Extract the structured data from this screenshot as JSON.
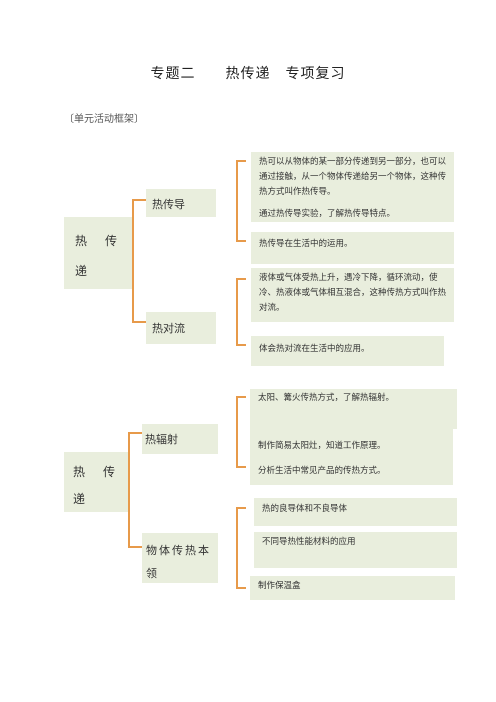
{
  "header": {
    "title": "专题二　　热传递　专项复习",
    "subtitle": "〔单元活动框架〕"
  },
  "section1": {
    "root_line1": "热　传",
    "root_line2": "递",
    "branches": [
      {
        "label": "热传导",
        "leaves": [
          "热可以从物体的某一部分传递到另一部分，也可以通过接触，从一个物体传递给另一个物体，这种传热方式叫作热传导。",
          "通过热传导实验，了解热传导特点。",
          "热传导在生活中的运用。"
        ]
      },
      {
        "label": "热对流",
        "leaves": [
          "液体或气体受热上升，遇冷下降，循环流动，使冷、热液体或气体相互混合，这种传热方式叫作热对流。",
          "体会热对流在生活中的应用。"
        ]
      }
    ]
  },
  "section2": {
    "root_line1": "热　传",
    "root_line2": "递",
    "branches": [
      {
        "label": "热辐射",
        "leaves": [
          "太阳、篝火传热方式，了解热辐射。",
          "制作简易太阳灶，知道工作原理。",
          "分析生活中常见产品的传热方式。"
        ]
      },
      {
        "label_line1": "物体传热本",
        "label_line2": "领",
        "leaves": [
          "热的良导体和不良导体",
          "不同导热性能材料的应用",
          "制作保温盒"
        ]
      }
    ]
  },
  "colors": {
    "box_bg": "#e9eedd",
    "connector": "#e79a4a"
  }
}
